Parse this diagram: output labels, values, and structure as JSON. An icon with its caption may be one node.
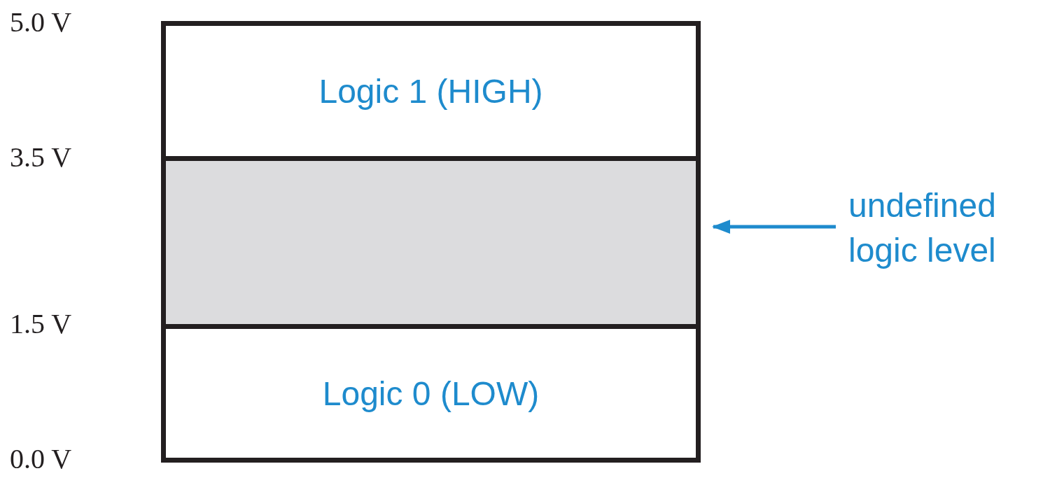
{
  "diagram": {
    "nodes": [
      {
        "text": [
          "Logic 1 (HIGH)"
        ]
      },
      {
        "text": [],
        "shape": "box"
      },
      {
        "text": [
          "undefined logic level"
        ]
      },
      {
        "text": [
          "Logic 0 (LOW)"
        ]
      }
    ],
    "edges": [
      {
        "from": 2,
        "to": 1,
        "arrow": "to"
      }
    ],
    "labels": [
      "5.0 V",
      "3.5 V",
      "1.5 V",
      "0.0 V"
    ]
  }
}
